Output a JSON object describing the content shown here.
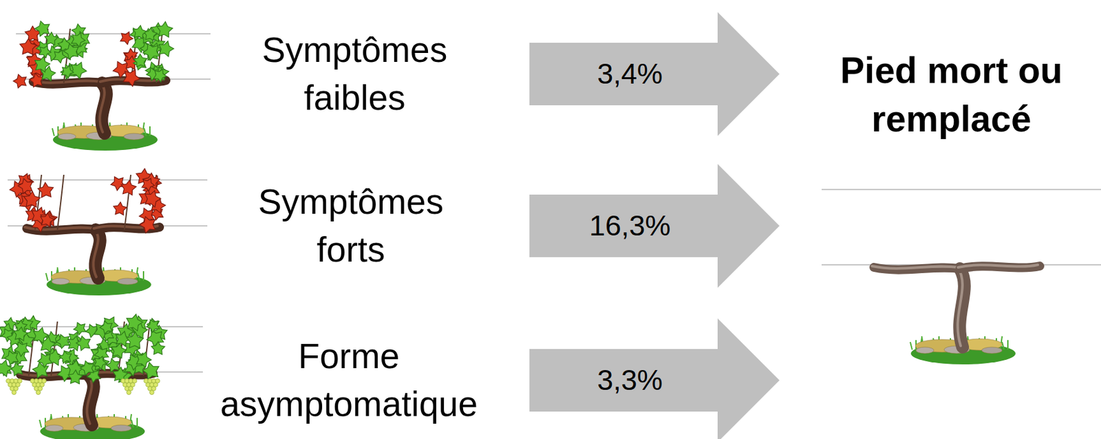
{
  "diagram": {
    "nodes": [
      {
        "text": [
          "Symptômes faibles"
        ]
      },
      {
        "text": [
          "Symptômes forts"
        ]
      },
      {
        "text": [
          "Forme asymptomatique"
        ]
      },
      {
        "text": [
          "Pied mort ou remplacé"
        ]
      }
    ],
    "edges": [
      {
        "from": 0,
        "to": 3,
        "arrow": "to",
        "label": "3,4%"
      },
      {
        "from": 1,
        "to": 3,
        "arrow": "to",
        "label": "16,3%"
      },
      {
        "from": 2,
        "to": 3,
        "arrow": "to",
        "label": "3,3%"
      }
    ]
  }
}
